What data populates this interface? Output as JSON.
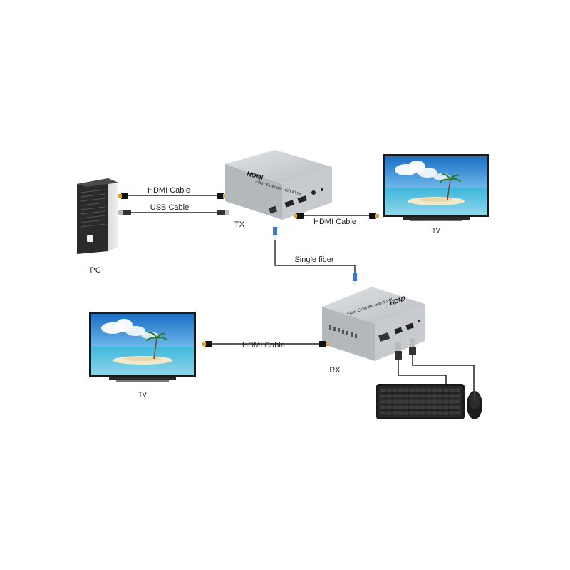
{
  "labels": {
    "pc": "PC",
    "tx": "TX",
    "rx": "RX",
    "tv_top": "TV",
    "tv_left": "TV"
  },
  "cables": {
    "pc_hdmi": "HDMI Cable",
    "pc_usb": "USB Cable",
    "tx_tv_hdmi": "HDMI Cable",
    "fiber": "Single fiber",
    "rx_tv_hdmi": "HDMI Cable"
  },
  "devices": {
    "tx_logo": "HDMI",
    "tx_name": "Fiber Extender with KVM",
    "rx_logo": "HDMI",
    "rx_name": "Fiber Extender with KVM"
  },
  "colors": {
    "sky_top": "#1e7fd0",
    "sky_bottom": "#9fd3f2",
    "sea": "#2bb6d6",
    "sand": "#f3ead0",
    "device_body": "#c8ccd0",
    "device_front": "#aeb3b8",
    "cable": "#222222"
  }
}
